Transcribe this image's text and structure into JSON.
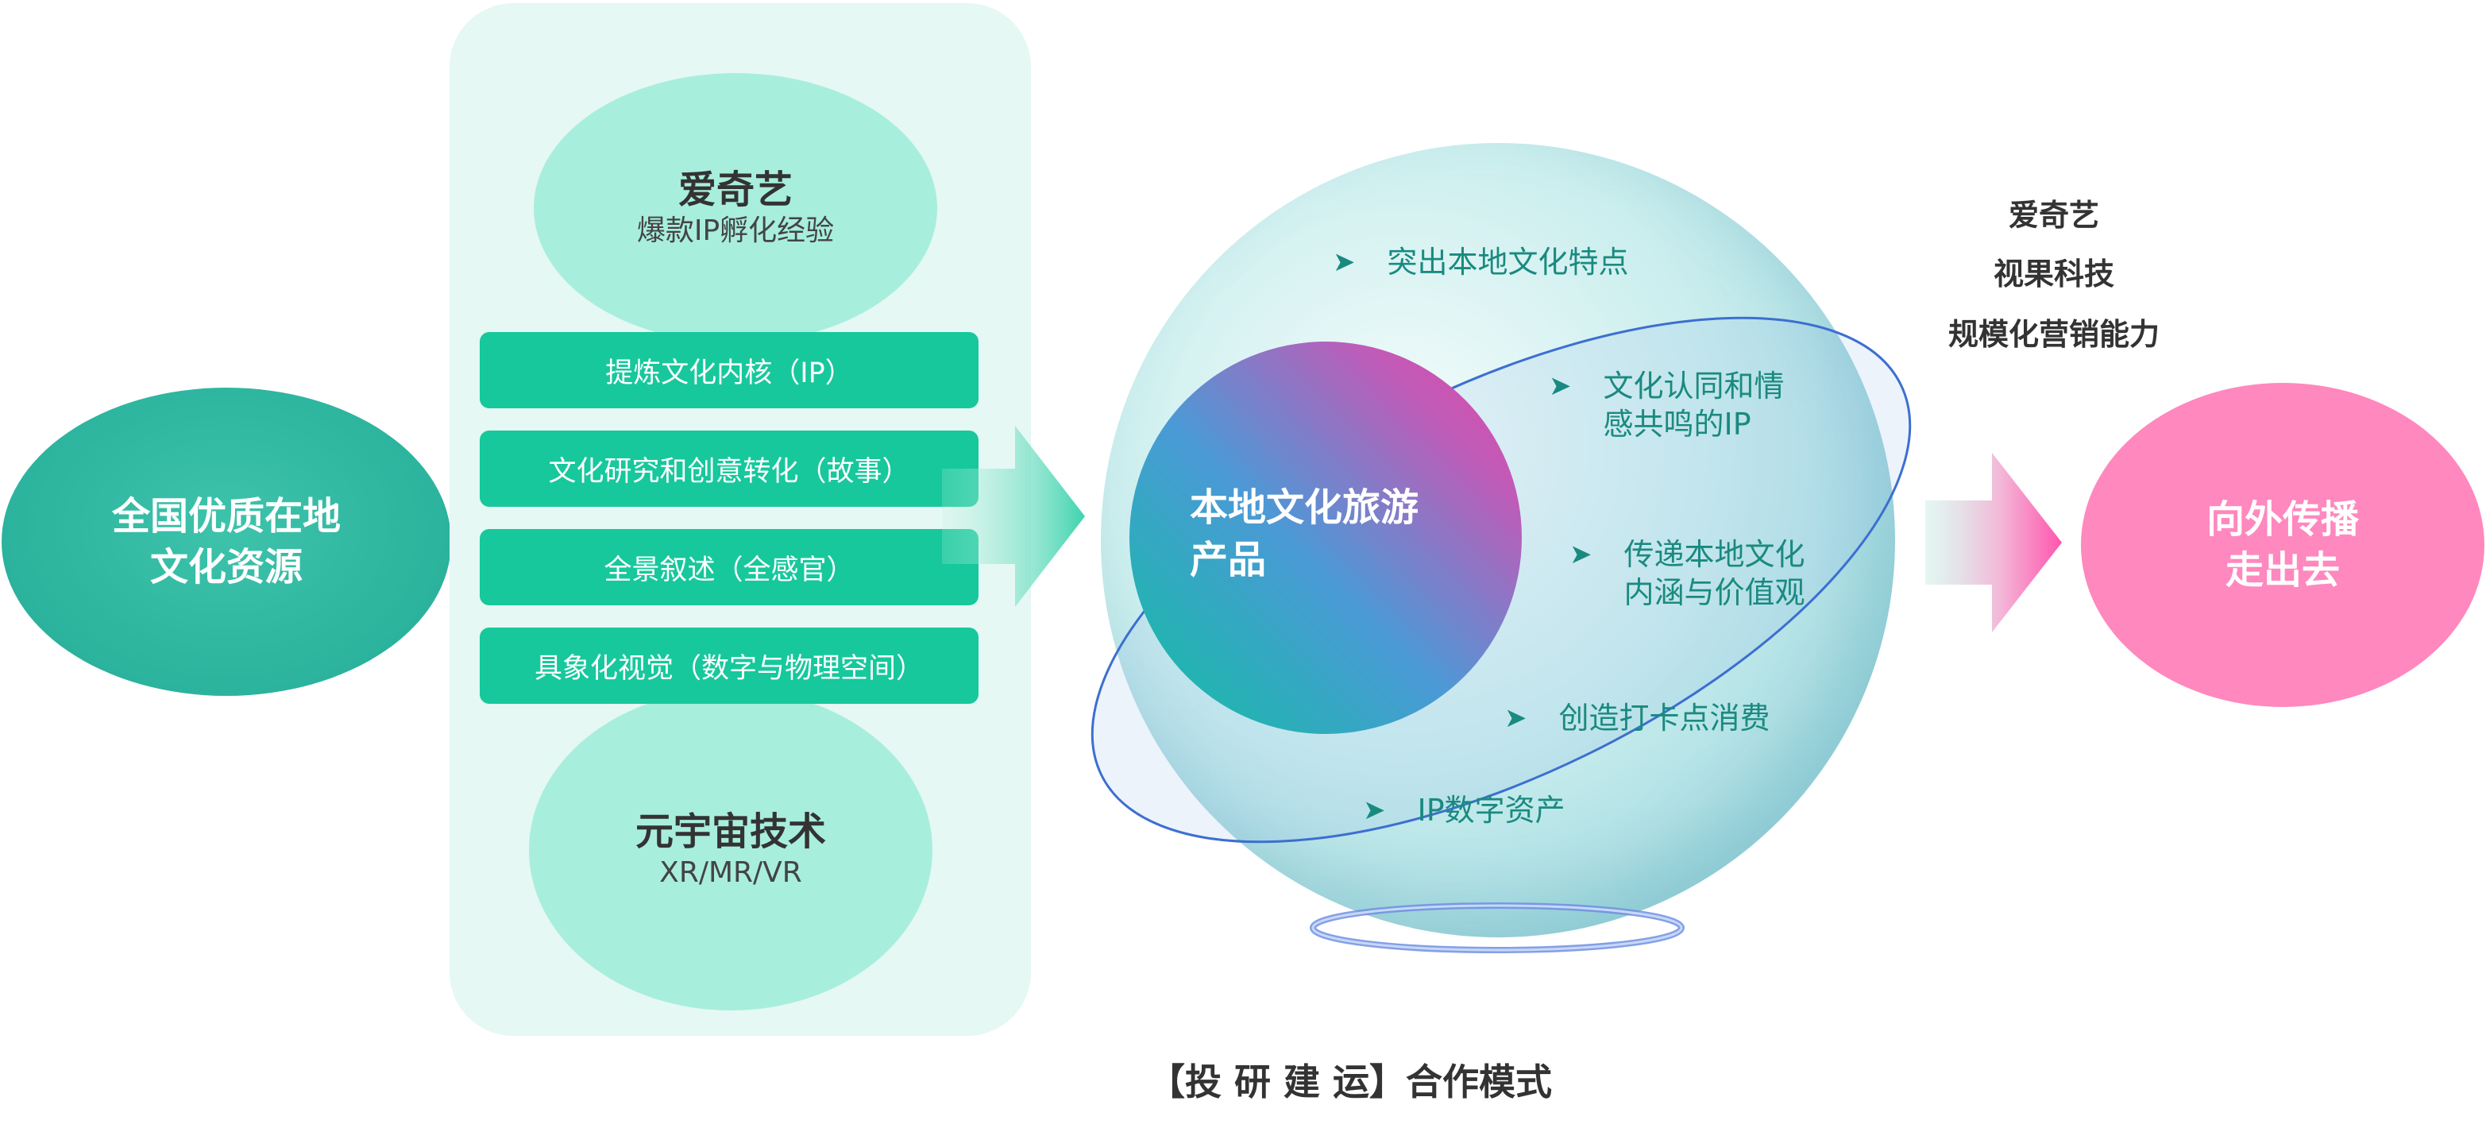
{
  "source": {
    "line1": "全国优质在地",
    "line2": "文化资源"
  },
  "panel": {
    "top_bubble": {
      "title": "爱奇艺",
      "subtitle": "爆款IP孵化经验"
    },
    "steps": [
      "提炼文化内核（IP）",
      "文化研究和创意转化（故事）",
      "全景叙述（全感官）",
      "具象化视觉（数字与物理空间）"
    ],
    "bottom_bubble": {
      "title": "元宇宙技术",
      "subtitle": "XR/MR/VR"
    }
  },
  "core": {
    "line1": "本地文化旅游",
    "line2": "产品"
  },
  "bullets": [
    {
      "line1": "突出本地文化特点",
      "line2": ""
    },
    {
      "line1": "文化认同和情",
      "line2": "感共鸣的IP"
    },
    {
      "line1": "传递本地文化",
      "line2": "内涵与价值观"
    },
    {
      "line1": "创造打卡点消费",
      "line2": ""
    },
    {
      "line1": "IP数字资产",
      "line2": ""
    }
  ],
  "partners": [
    "爱奇艺",
    "视果科技",
    "规模化营销能力"
  ],
  "target": {
    "line1": "向外传播",
    "line2": "走出去"
  },
  "caption": "【投 研 建 运】合作模式",
  "colors": {
    "teal": "#2bb39d",
    "step_green": "#17c89c",
    "panel_bg": "#e5f8f3",
    "bubble": "#a8eedd",
    "pink": "#ff88be",
    "bullet_text": "#1a8a80"
  },
  "icons": {
    "bullet": "chevron-right-icon"
  }
}
